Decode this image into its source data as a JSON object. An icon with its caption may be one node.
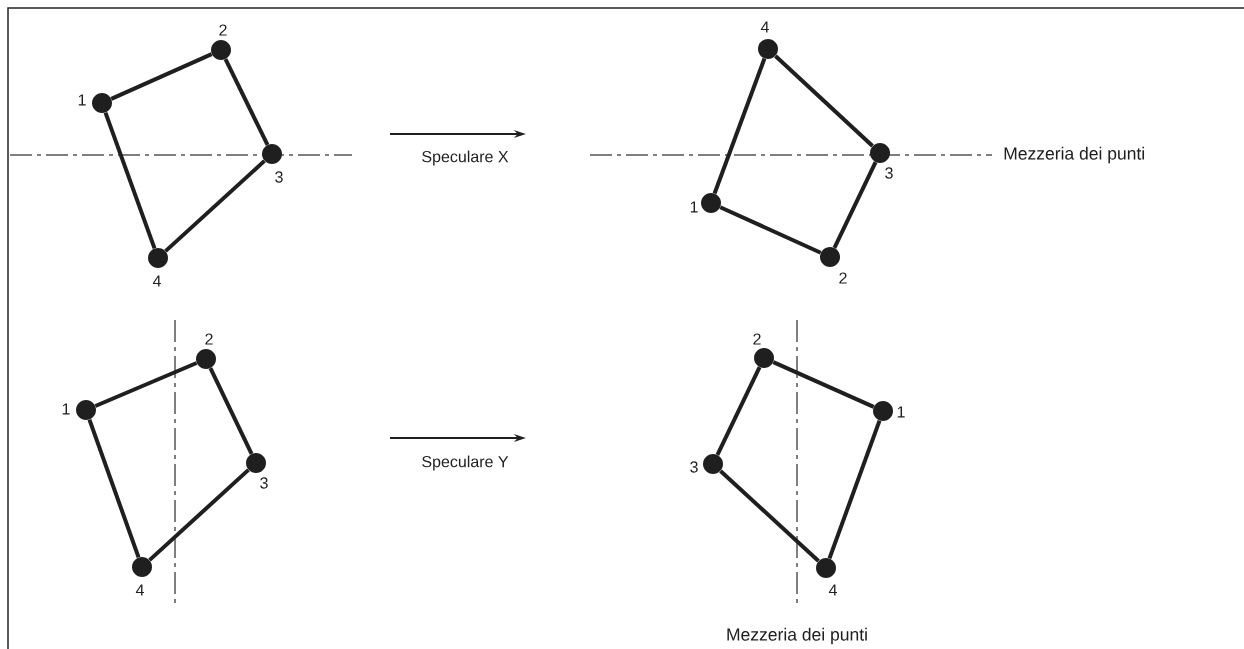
{
  "diagram": {
    "nodes": [
      {
        "text": [],
        "shape": "circle",
        "beside": [
          "1"
        ]
      },
      {
        "text": [],
        "shape": "circle",
        "beside": [
          "2"
        ]
      },
      {
        "text": [],
        "shape": "circle",
        "beside": [
          "3"
        ]
      },
      {
        "text": [],
        "shape": "circle",
        "beside": [
          "4"
        ]
      },
      {
        "text": [],
        "shape": "circle",
        "beside": [
          "1"
        ]
      },
      {
        "text": [],
        "shape": "circle",
        "beside": [
          "2"
        ]
      },
      {
        "text": [],
        "shape": "circle",
        "beside": [
          "3"
        ]
      },
      {
        "text": [],
        "shape": "circle",
        "beside": [
          "4"
        ]
      },
      {
        "text": [],
        "shape": "circle",
        "beside": [
          "1"
        ]
      },
      {
        "text": [],
        "shape": "circle",
        "beside": [
          "2"
        ]
      },
      {
        "text": [],
        "shape": "circle",
        "beside": [
          "3"
        ]
      },
      {
        "text": [],
        "shape": "circle",
        "beside": [
          "4"
        ]
      },
      {
        "text": [],
        "shape": "circle",
        "beside": [
          "1"
        ]
      },
      {
        "text": [],
        "shape": "circle",
        "beside": [
          "2"
        ]
      },
      {
        "text": [],
        "shape": "circle",
        "beside": [
          "3"
        ]
      },
      {
        "text": [],
        "shape": "circle",
        "beside": [
          "4"
        ]
      }
    ],
    "edges": [
      {
        "from": 0,
        "to": 1,
        "arrow": "none"
      },
      {
        "from": 1,
        "to": 2,
        "arrow": "none"
      },
      {
        "from": 2,
        "to": 3,
        "arrow": "none"
      },
      {
        "from": 3,
        "to": 0,
        "arrow": "none"
      },
      {
        "from": 4,
        "to": 5,
        "arrow": "none"
      },
      {
        "from": 5,
        "to": 6,
        "arrow": "none"
      },
      {
        "from": 6,
        "to": 7,
        "arrow": "none"
      },
      {
        "from": 7,
        "to": 4,
        "arrow": "none"
      },
      {
        "from": 8,
        "to": 9,
        "arrow": "none"
      },
      {
        "from": 9,
        "to": 10,
        "arrow": "none"
      },
      {
        "from": 10,
        "to": 11,
        "arrow": "none"
      },
      {
        "from": 11,
        "to": 8,
        "arrow": "none"
      },
      {
        "from": 12,
        "to": 13,
        "arrow": "none"
      },
      {
        "from": 13,
        "to": 14,
        "arrow": "none"
      },
      {
        "from": 14,
        "to": 15,
        "arrow": "none"
      },
      {
        "from": 15,
        "to": 12,
        "arrow": "none"
      }
    ],
    "labels": [
      "Speculare X",
      "Mezzeria dei punti",
      "Speculare Y",
      "Mezzeria dei punti"
    ]
  }
}
